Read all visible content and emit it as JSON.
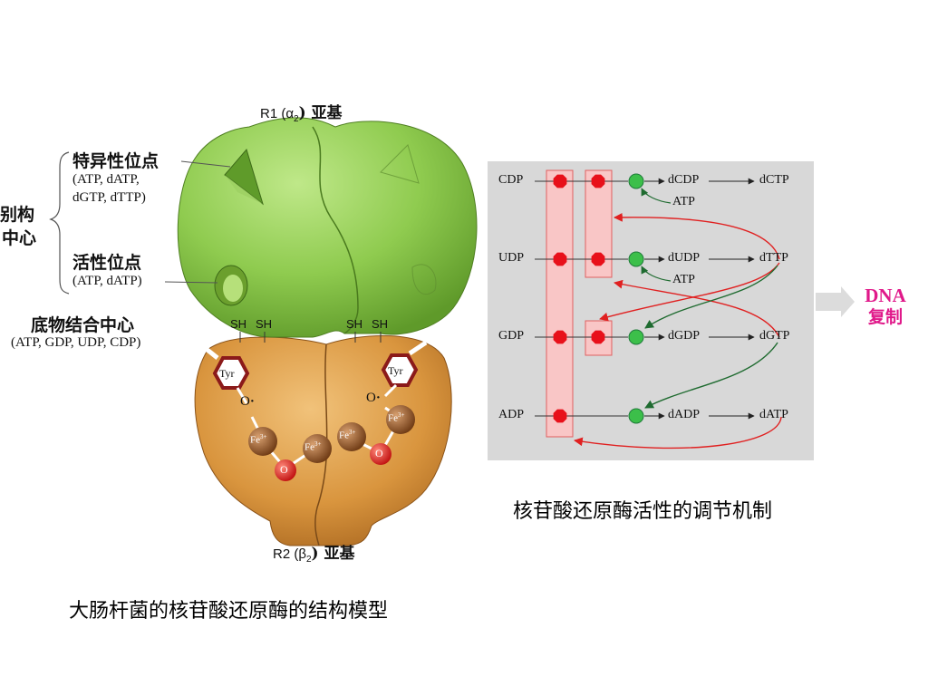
{
  "left_figure": {
    "r1_label": "R1 (α",
    "r1_sub": "2",
    "r1_suffix": ") 亚基",
    "r2_label": "R2 (β",
    "r2_sub": "2",
    "r2_suffix": ") 亚基",
    "specificity_site": "特异性位点",
    "specificity_ligands_1": "(ATP, dATP,",
    "specificity_ligands_2": "dGTP, dTTP)",
    "allosteric_center_1": "别构",
    "allosteric_center_2": "中心",
    "activity_site": "活性位点",
    "activity_ligands": "(ATP, dATP)",
    "substrate_center": "底物结合中心",
    "substrate_ligands": "(ATP, GDP, UDP, CDP)",
    "sh_label": "SH",
    "tyr_label": "Tyr",
    "o_label": "O",
    "fe_label": "Fe",
    "fe_sup": "3+",
    "caption": "大肠杆菌的核苷酸还原酶的结构模型"
  },
  "right_figure": {
    "rows": [
      {
        "substrate": "CDP",
        "product": "dCDP",
        "final": "dCTP",
        "activator": "ATP"
      },
      {
        "substrate": "UDP",
        "product": "dUDP",
        "final": "dTTP",
        "activator": "ATP"
      },
      {
        "substrate": "GDP",
        "product": "dGDP",
        "final": "dGTP",
        "activator": ""
      },
      {
        "substrate": "ADP",
        "product": "dADP",
        "final": "dATP",
        "activator": ""
      }
    ],
    "output_label_1": "DNA",
    "output_label_2": "复制",
    "caption": "核苷酸还原酶活性的调节机制",
    "colors": {
      "panel": "#d8d8d8",
      "inhibit": "#e02020",
      "activate": "#1f7a3a",
      "box_fill": "#f9c6c6",
      "box_stroke": "#e06060",
      "green_dot": "#3cbf4a",
      "red_dot": "#e8101a",
      "dna": "#e0198a"
    }
  }
}
